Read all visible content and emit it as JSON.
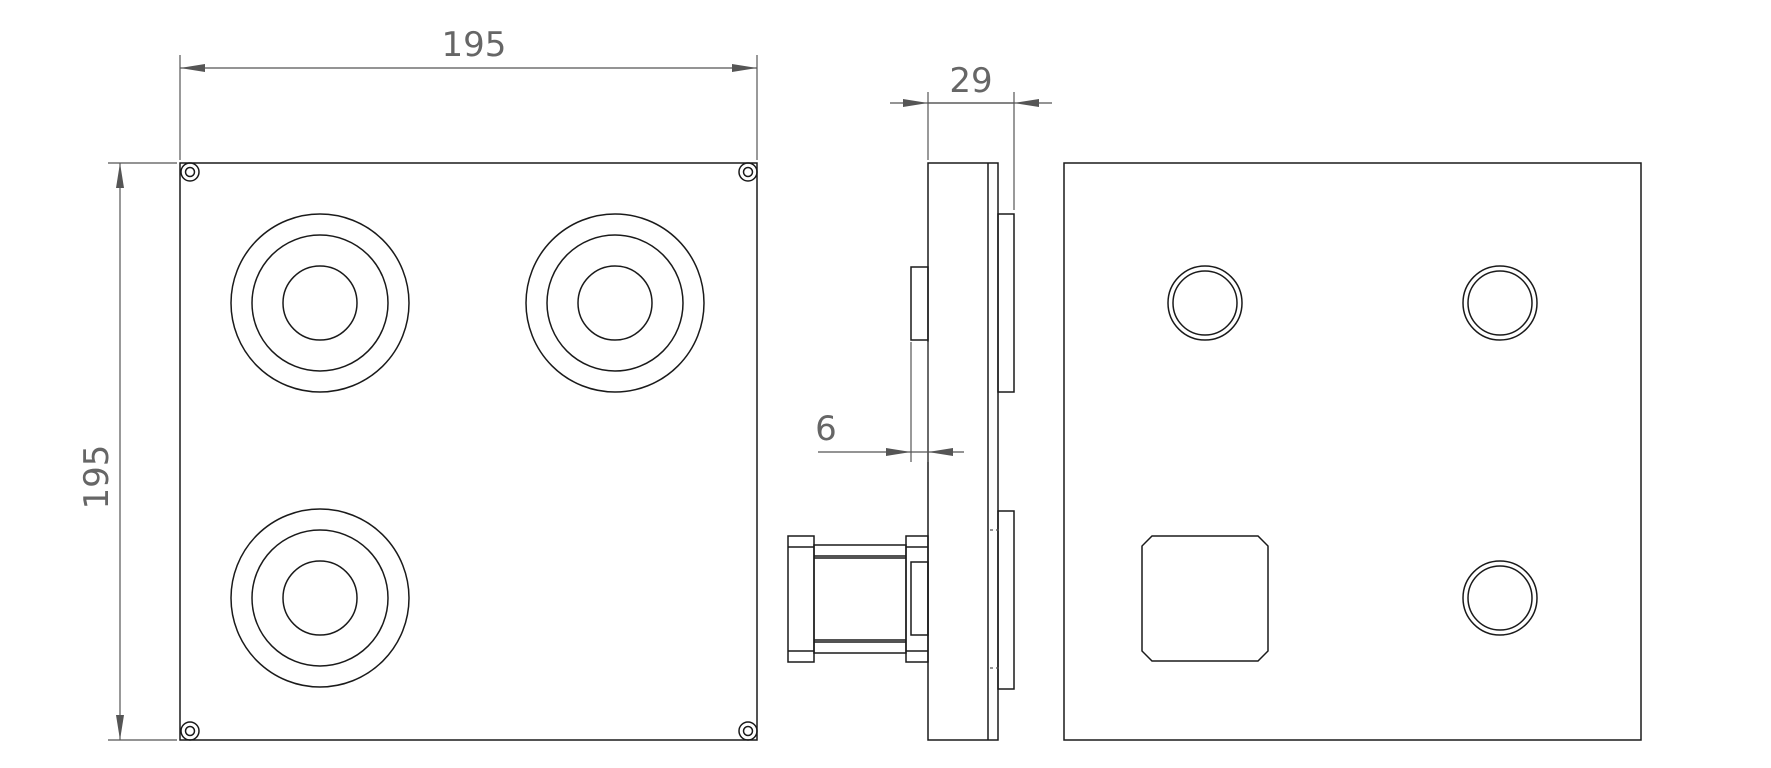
{
  "dimensions": {
    "front_width": "195",
    "front_height": "195",
    "side_depth": "29",
    "side_offset": "6"
  },
  "colors": {
    "line": "#1a1a1a",
    "dimension": "#555555",
    "background": "#ffffff"
  }
}
